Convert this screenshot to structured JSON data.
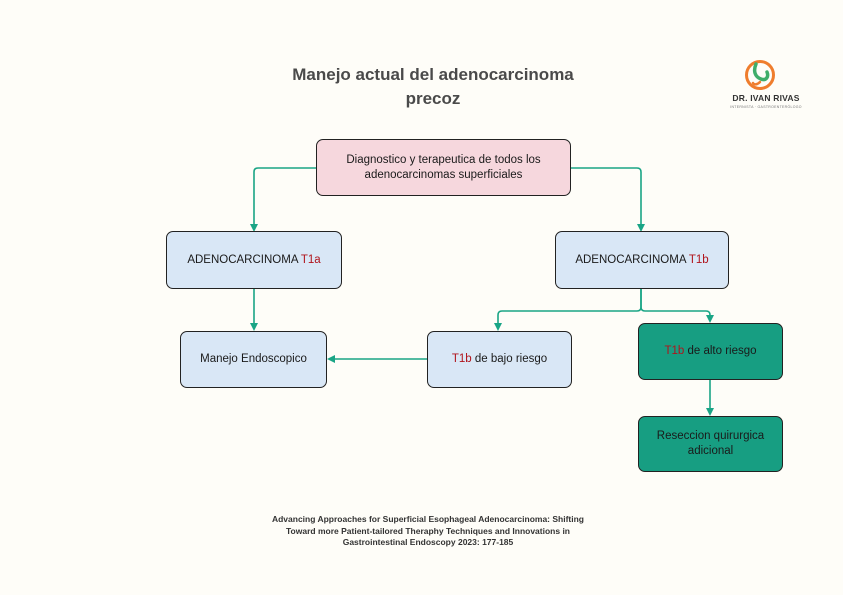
{
  "title": {
    "line1": "Manejo actual del adenocarcinoma",
    "line2": "precoz"
  },
  "logo": {
    "name": "DR. IVAN RIVAS",
    "subtitle": "INTERNISTA · GASTROENTERÓLOGO",
    "icon": "stomach-logo-icon",
    "colors": {
      "orange": "#ef7d2d",
      "green": "#3fae6a"
    }
  },
  "nodes": {
    "root": "Diagnostico y terapeutica de todos los adenocarcinomas superficiales",
    "t1a": {
      "label": "ADENOCARCINOMA",
      "tag": "T1a"
    },
    "t1b": {
      "label": "ADENOCARCINOMA",
      "tag": "T1b"
    },
    "endoscopic": "Manejo Endoscopico",
    "low_risk": {
      "tag": "T1b",
      "label": "de bajo riesgo"
    },
    "high_risk": {
      "tag": "T1b",
      "label": "de alto riesgo"
    },
    "surgery": "Reseccion quirurgica adicional"
  },
  "reference": {
    "line1": "Advancing Approaches for Superficial Esophageal  Adenocarcinoma: Shifting",
    "line2": "Toward more Patient-tailored Theraphy Techniques and Innovations in",
    "line3": "Gastrointestinal Endoscopy 2023: 177-185"
  },
  "colors": {
    "connector": "#1aa586",
    "root_fill": "#f6d7dd",
    "node_fill": "#d9e7f6",
    "risk_fill": "#179e82",
    "tag_text": "#b0141c",
    "background": "#fefdf8"
  }
}
